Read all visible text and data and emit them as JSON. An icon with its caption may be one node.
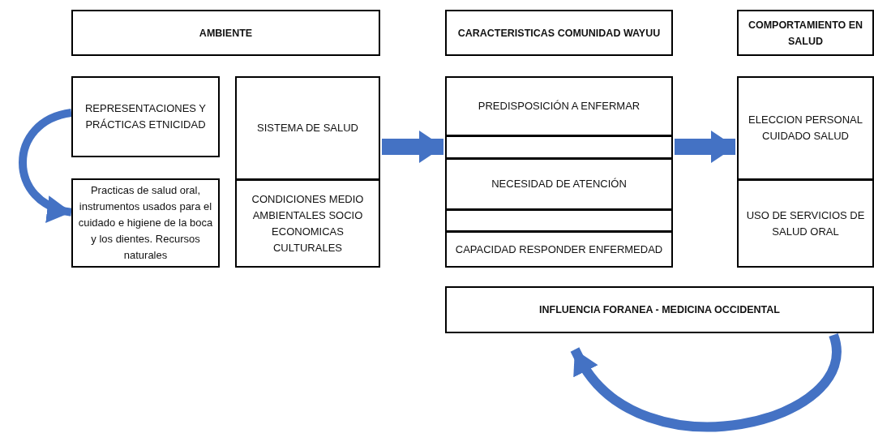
{
  "diagram": {
    "nodes": [
      {
        "text": [
          "AMBIENTE"
        ]
      },
      {
        "text": [
          "REPRESENTACIONES Y PRÁCTICAS ETNICIDAD"
        ]
      },
      {
        "text": [
          "SISTEMA DE SALUD"
        ]
      },
      {
        "text": [
          "Practicas de salud oral, instrumentos usados para el cuidado e higiene de la boca y los dientes. Recursos naturales"
        ]
      },
      {
        "text": [
          "CONDICIONES MEDIO AMBIENTALES SOCIO ECONOMICAS CULTURALES"
        ]
      },
      {
        "text": [
          "CARACTERISTICAS COMUNIDAD WAYUU"
        ]
      },
      {
        "text": [
          "PREDISPOSICIÓN A ENFERMAR"
        ]
      },
      {
        "text": [],
        "shape": "box"
      },
      {
        "text": [
          "NECESIDAD DE ATENCIÓN"
        ]
      },
      {
        "text": [],
        "shape": "box"
      },
      {
        "text": [
          "CAPACIDAD RESPONDER ENFERMEDAD"
        ]
      },
      {
        "text": [
          "COMPORTAMIENTO EN SALUD"
        ]
      },
      {
        "text": [
          "ELECCION PERSONAL CUIDADO SALUD"
        ]
      },
      {
        "text": [
          "USO DE SERVICIOS DE SALUD ORAL"
        ]
      },
      {
        "text": [
          "INFLUENCIA FORANEA - MEDICINA OCCIDENTAL"
        ]
      }
    ],
    "edges": [
      {
        "from": 1,
        "to": 3,
        "arrow": "to"
      },
      {
        "from": 2,
        "to": 7,
        "arrow": "to"
      },
      {
        "from": 7,
        "to": 12,
        "arrow": "to"
      },
      {
        "from": 14,
        "to": 14,
        "arrow": "to"
      }
    ]
  }
}
